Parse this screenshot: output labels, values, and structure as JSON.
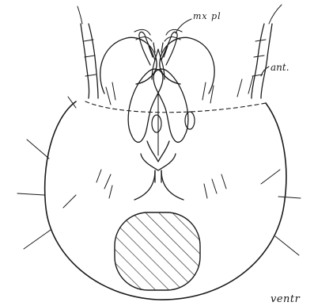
{
  "figure": {
    "labels": {
      "maxillary_palp": "mx pl",
      "antenna": "ant.",
      "view": "ventr"
    },
    "ink_color": "#1a1a1a",
    "background_color": "#ffffff"
  }
}
